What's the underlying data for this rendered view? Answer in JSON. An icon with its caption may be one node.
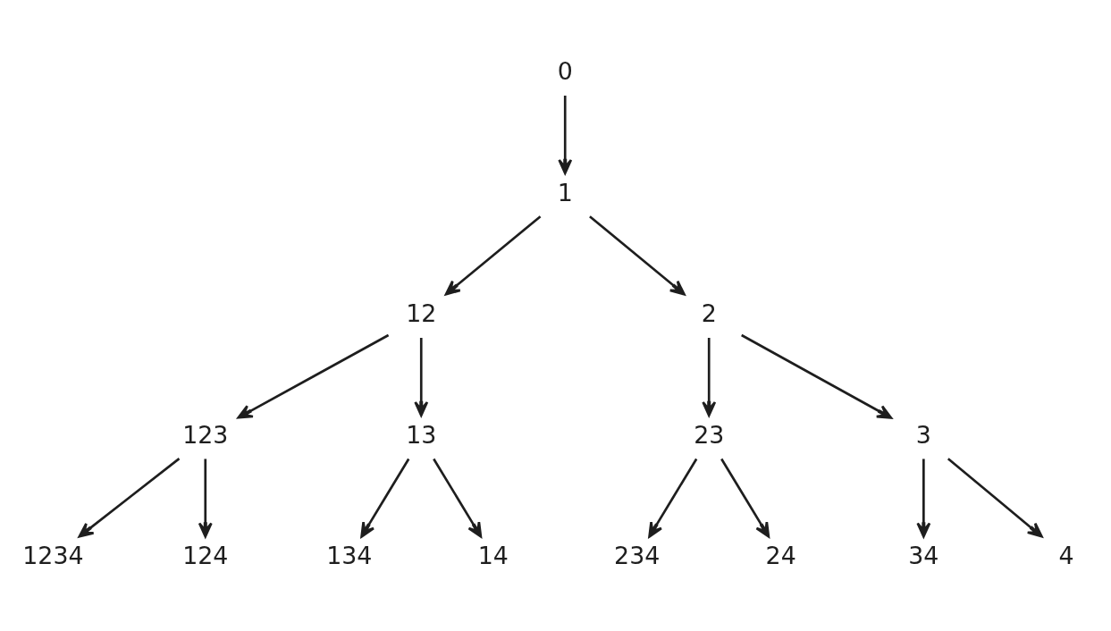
{
  "diagram": {
    "nodes": [
      {
        "text": [
          "0"
        ]
      },
      {
        "text": [
          "1"
        ]
      },
      {
        "text": [
          "12"
        ]
      },
      {
        "text": [
          "2"
        ]
      },
      {
        "text": [
          "123"
        ]
      },
      {
        "text": [
          "13"
        ]
      },
      {
        "text": [
          "23"
        ]
      },
      {
        "text": [
          "3"
        ]
      },
      {
        "text": [
          "1234"
        ]
      },
      {
        "text": [
          "124"
        ]
      },
      {
        "text": [
          "134"
        ]
      },
      {
        "text": [
          "14"
        ]
      },
      {
        "text": [
          "234"
        ]
      },
      {
        "text": [
          "24"
        ]
      },
      {
        "text": [
          "34"
        ]
      },
      {
        "text": [
          "4"
        ]
      }
    ],
    "edges": [
      {
        "from": 0,
        "to": 1,
        "arrow": "to"
      },
      {
        "from": 1,
        "to": 2,
        "arrow": "to"
      },
      {
        "from": 1,
        "to": 3,
        "arrow": "to"
      },
      {
        "from": 2,
        "to": 4,
        "arrow": "to"
      },
      {
        "from": 2,
        "to": 5,
        "arrow": "to"
      },
      {
        "from": 3,
        "to": 6,
        "arrow": "to"
      },
      {
        "from": 3,
        "to": 7,
        "arrow": "to"
      },
      {
        "from": 4,
        "to": 8,
        "arrow": "to"
      },
      {
        "from": 4,
        "to": 9,
        "arrow": "to"
      },
      {
        "from": 5,
        "to": 10,
        "arrow": "to"
      },
      {
        "from": 5,
        "to": 11,
        "arrow": "to"
      },
      {
        "from": 6,
        "to": 12,
        "arrow": "to"
      },
      {
        "from": 6,
        "to": 13,
        "arrow": "to"
      },
      {
        "from": 7,
        "to": 14,
        "arrow": "to"
      },
      {
        "from": 7,
        "to": 15,
        "arrow": "to"
      }
    ]
  }
}
